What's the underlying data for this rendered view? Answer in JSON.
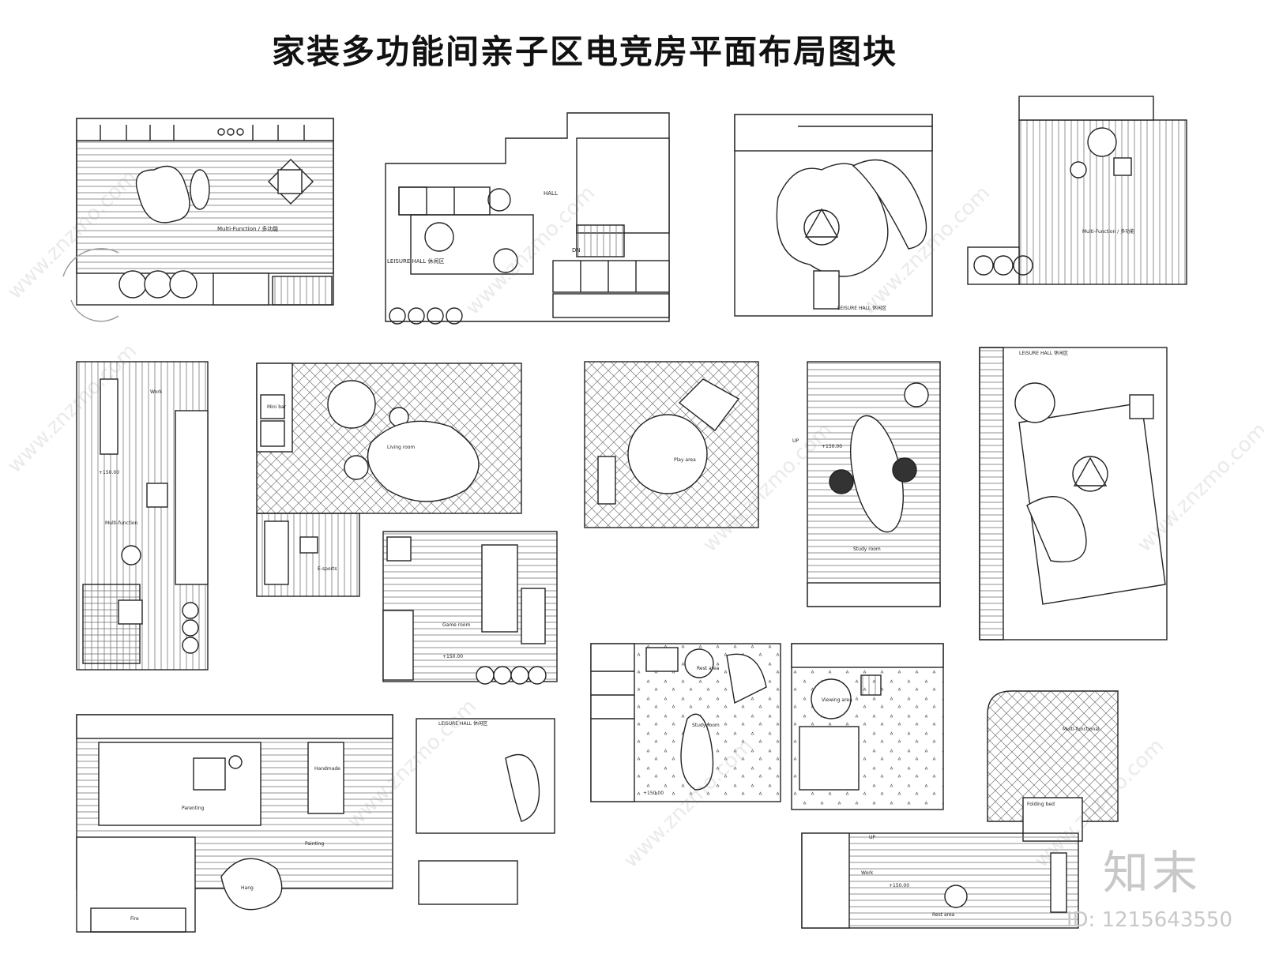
{
  "title": "家装多功能间亲子区电竞房平面布局图块",
  "watermark": {
    "logo_text": "知末",
    "id_text": "ID: 1215643550",
    "site": "www.znzmo.com"
  },
  "labels": {
    "p1_main": "Multi-Function / 多功能",
    "p2_leisure": "LEISURE HALL 休闲区",
    "p2_hall": "HALL",
    "p2_dn": "DN",
    "p3_leisure": "LEISURE HALL 休闲区",
    "p4_main": "Multi-Function / 多功能",
    "p5_work": "Work",
    "p5_level": "+150.00",
    "p5_multi": "Multi-function",
    "p6_minibar": "Mini bar",
    "p6_living": "Living room",
    "p6_esports": "E-sports",
    "p7_play": "Play area",
    "p8_up": "UP",
    "p8_level": "+150.00",
    "p8_study": "Study room",
    "p9_leisure": "LEISURE HALL 休闲区",
    "p10_game": "Game room",
    "p10_level": "+150.00",
    "p11_handmade": "Handmade",
    "p11_parenting": "Parenting",
    "p11_painting": "Painting",
    "p11_hang": "Hang",
    "p11_fire": "Fire",
    "p12_leisure": "LEISURE HALL 休闲区",
    "p13_rest": "Rest area",
    "p13_study": "Study room",
    "p13_level": "+150.00",
    "p14_viewing": "Viewing area",
    "p15_multi": "Multi-functional",
    "p15_folding": "Folding bed",
    "p15_up": "UP",
    "p15_work": "Work",
    "p15_level": "+150.00",
    "p15_rest": "Rest area"
  }
}
